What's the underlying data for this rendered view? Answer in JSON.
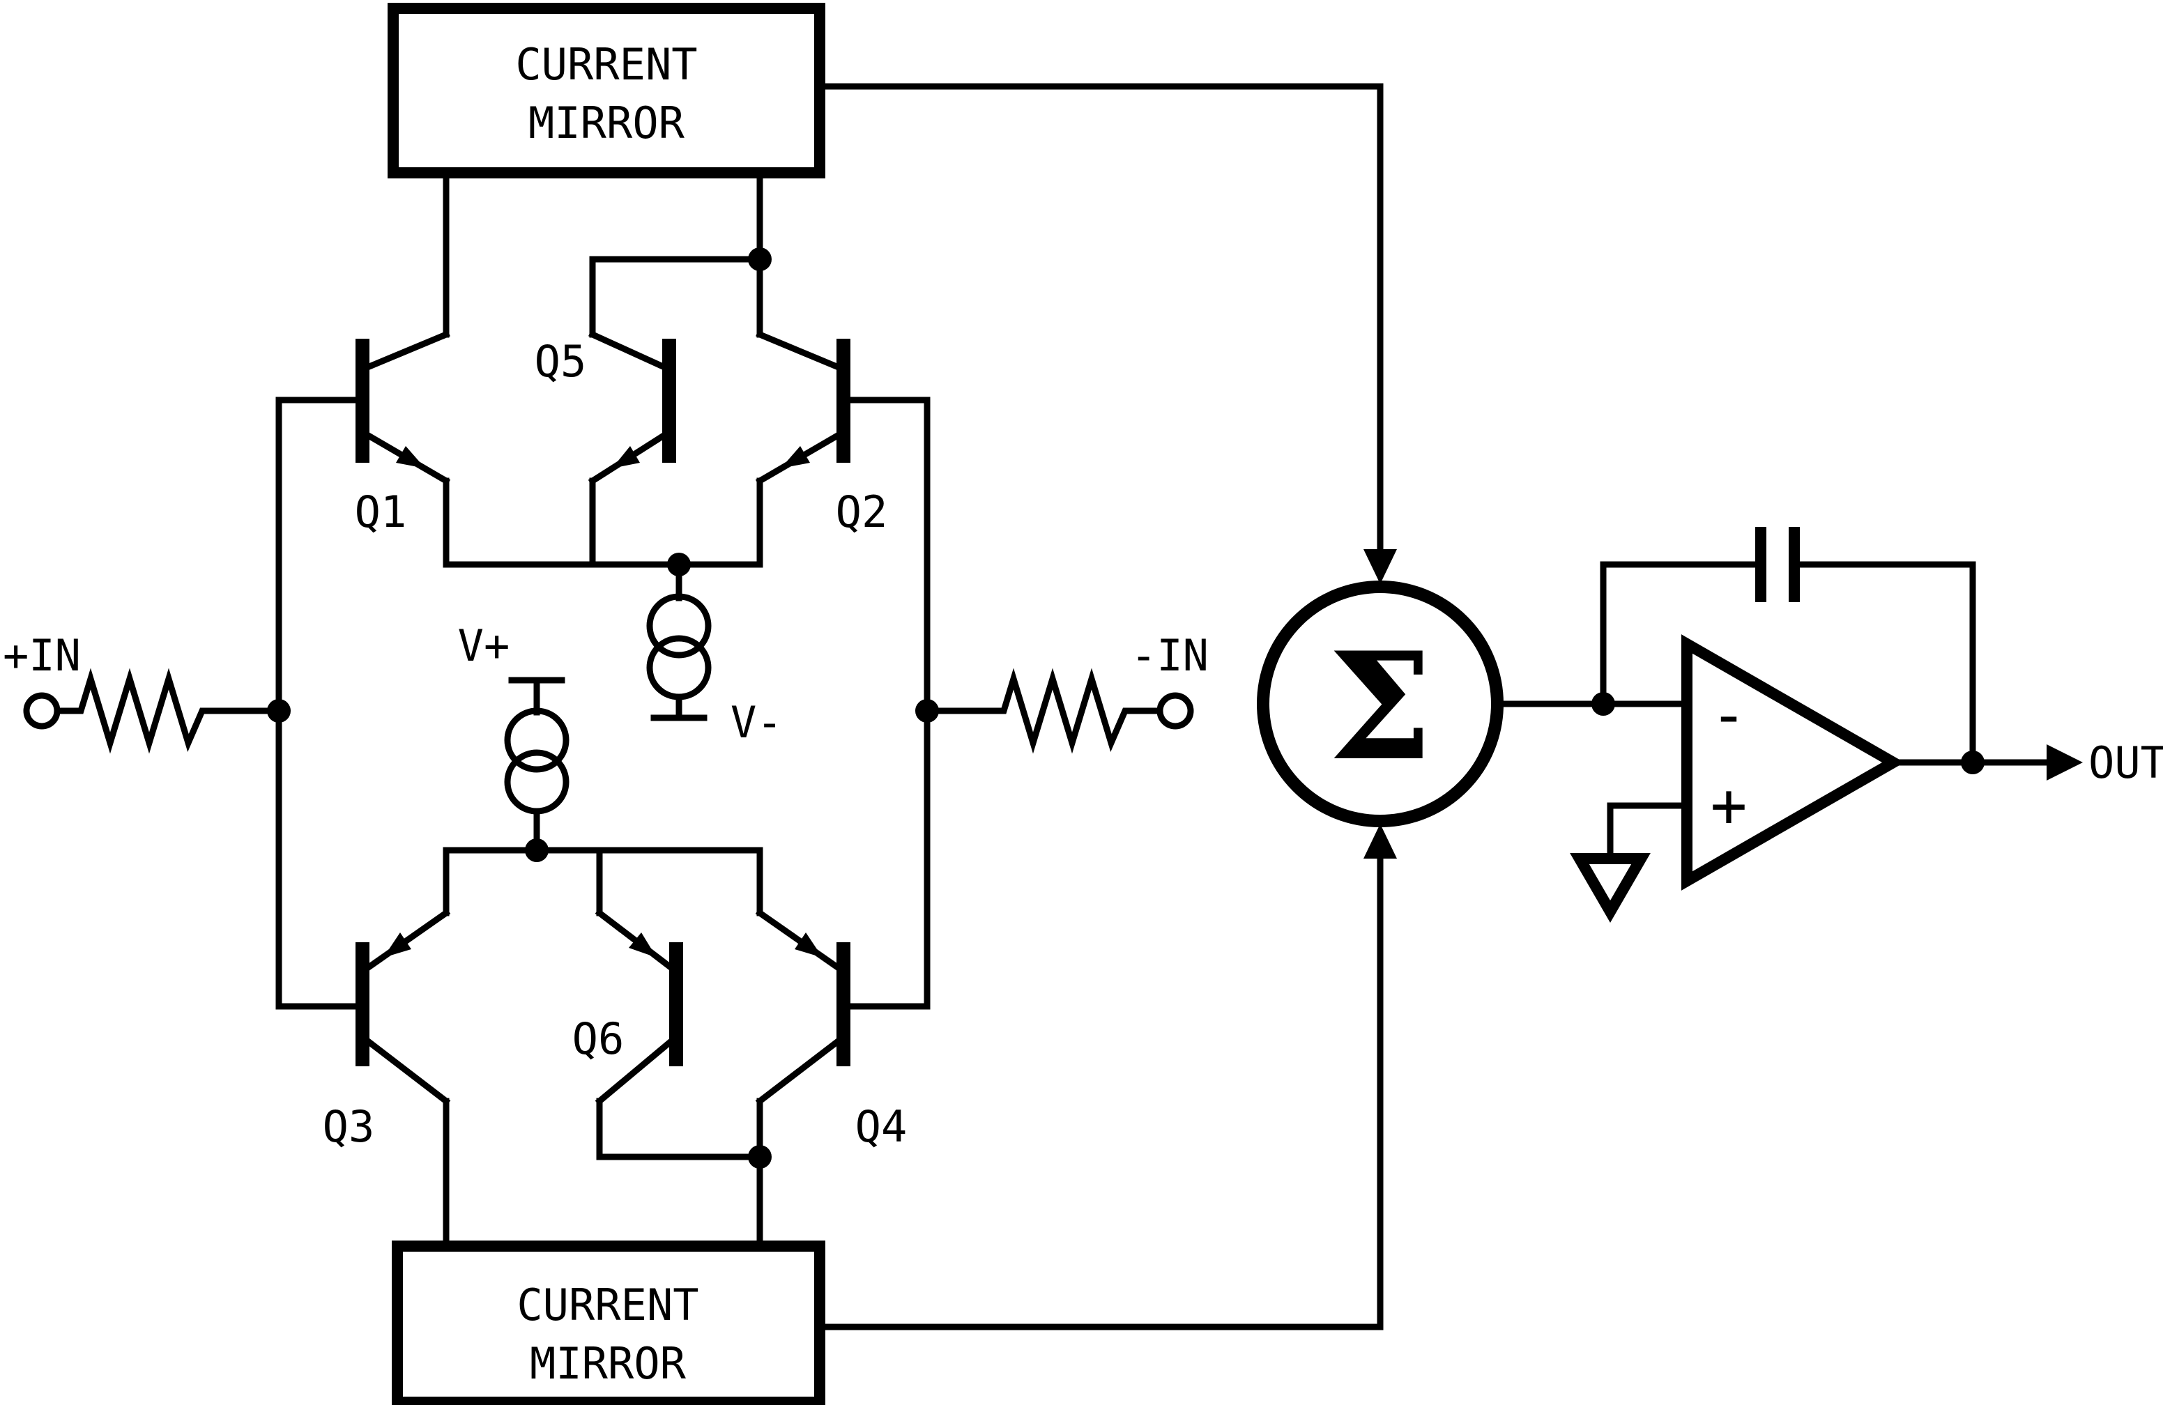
{
  "diagram": {
    "ink_color": "#000000",
    "background_color": "#ffffff",
    "blocks": {
      "top_current_mirror": {
        "line1": "CURRENT",
        "line2": "MIRROR"
      },
      "bottom_current_mirror": {
        "line1": "CURRENT",
        "line2": "MIRROR"
      }
    },
    "transistors": {
      "q1": "Q1",
      "q2": "Q2",
      "q3": "Q3",
      "q4": "Q4",
      "q5": "Q5",
      "q6": "Q6"
    },
    "terminals": {
      "input_positive": "+IN",
      "input_negative": "-IN",
      "supply_positive": "V+",
      "supply_negative": "V-",
      "output": "OUT"
    },
    "summing_node": {
      "symbol": "Σ"
    },
    "opamp": {
      "inverting_label": "-",
      "noninverting_label": "+"
    }
  }
}
